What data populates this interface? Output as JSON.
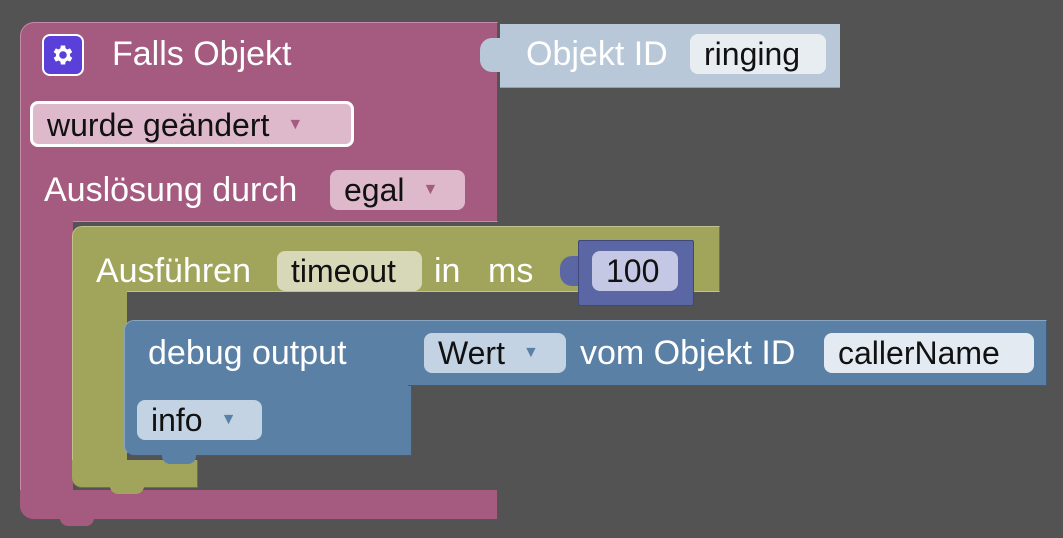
{
  "trigger": {
    "title": "Falls Objekt",
    "event_dropdown": "wurde geändert",
    "trigger_by_label": "Auslösung durch",
    "trigger_by_dropdown": "egal",
    "color": "#A55B80"
  },
  "object_id": {
    "label": "Objekt ID",
    "value": "ringing",
    "color": "#B9C8D8"
  },
  "timeout": {
    "prefix": "Ausführen",
    "name": "timeout",
    "in_label": "in",
    "unit_label": "ms",
    "value": "100",
    "color": "#A0A55B",
    "number_color": "#5B67A5"
  },
  "debug": {
    "label": "debug output",
    "level_dropdown": "info",
    "value_dropdown": "Wert",
    "from_label": "vom Objekt ID",
    "object_value": "callerName",
    "color": "#5B80A5"
  },
  "icons": {
    "gear": "gear-icon",
    "dropdown": "dropdown-arrow-icon"
  }
}
